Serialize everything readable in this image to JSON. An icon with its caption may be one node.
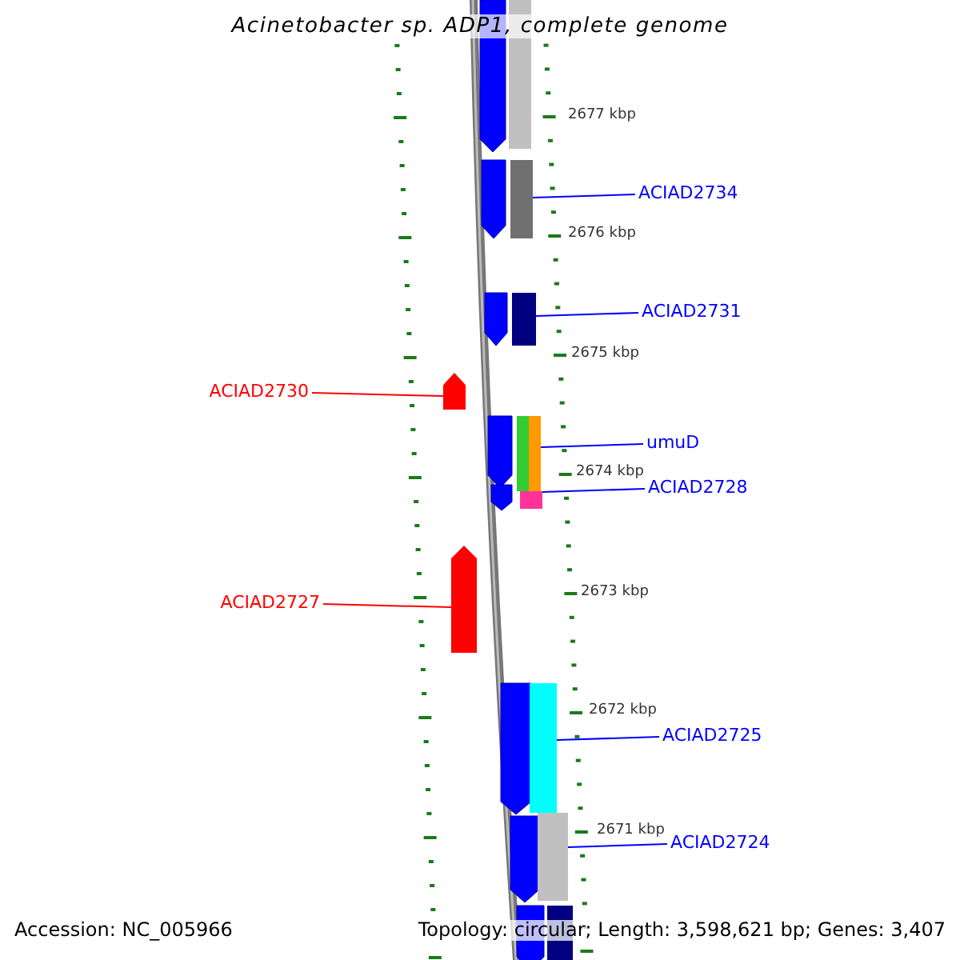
{
  "diagram": {
    "title": "Acinetobacter sp. ADP1, complete genome",
    "nodes": [
      {
        "text": [
          "ACIAD2734"
        ]
      },
      {
        "text": [],
        "shape": "bar"
      },
      {
        "text": [
          "ACIAD2731"
        ]
      },
      {
        "text": [],
        "shape": "bar"
      },
      {
        "text": [
          "ACIAD2730"
        ]
      },
      {
        "text": [],
        "shape": "arrow"
      },
      {
        "text": [
          "umuD"
        ]
      },
      {
        "text": [],
        "shape": "bar"
      },
      {
        "text": [
          "ACIAD2728"
        ]
      },
      {
        "text": [],
        "shape": "bar"
      },
      {
        "text": [
          "ACIAD2727"
        ]
      },
      {
        "text": [],
        "shape": "arrow"
      },
      {
        "text": [
          "ACIAD2725"
        ]
      },
      {
        "text": [],
        "shape": "bar"
      },
      {
        "text": [
          "ACIAD2724"
        ]
      },
      {
        "text": [],
        "shape": "bar"
      }
    ],
    "edges": [
      {
        "from": 0,
        "to": 1,
        "arrow": "none"
      },
      {
        "from": 2,
        "to": 3,
        "arrow": "none"
      },
      {
        "from": 4,
        "to": 5,
        "arrow": "none",
        "color": "#ff0000"
      },
      {
        "from": 6,
        "to": 7,
        "arrow": "none"
      },
      {
        "from": 8,
        "to": 9,
        "arrow": "none"
      },
      {
        "from": 10,
        "to": 11,
        "arrow": "none",
        "color": "#ff0000"
      },
      {
        "from": 12,
        "to": 13,
        "arrow": "none"
      },
      {
        "from": 14,
        "to": 15,
        "arrow": "none"
      }
    ],
    "labels": [
      "2677 kbp",
      "2676 kbp",
      "2675 kbp",
      "2674 kbp",
      "2673 kbp",
      "2672 kbp",
      "2671 kbp",
      "Accession: NC_005966",
      "Topology: circular; Length: 3,598,621 bp; Genes: 3,407"
    ]
  }
}
